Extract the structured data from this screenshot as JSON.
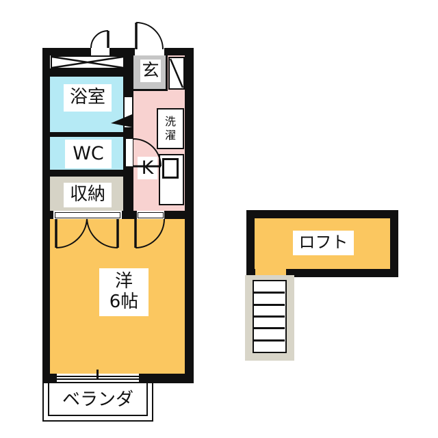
{
  "plan_title": "1K apartment floor plan with loft",
  "rooms": {
    "bathroom": "浴室",
    "wc": "WC",
    "storage": "収納",
    "genkan": "玄",
    "kitchen": "K",
    "laundry": "洗濯",
    "western_room_line1": "洋",
    "western_room_line2": "6帖",
    "loft": "ロフト",
    "veranda": "ベランダ"
  },
  "colors": {
    "wall": "#101010",
    "room_orange": "#FBC760",
    "kitchen_pink": "#F8D2D0",
    "bath_cyan": "#B5EAF5",
    "genkan_gray": "#C6C6C6",
    "storage_beige": "#D6D3C6",
    "ladder_gray": "#D8D5C8"
  }
}
